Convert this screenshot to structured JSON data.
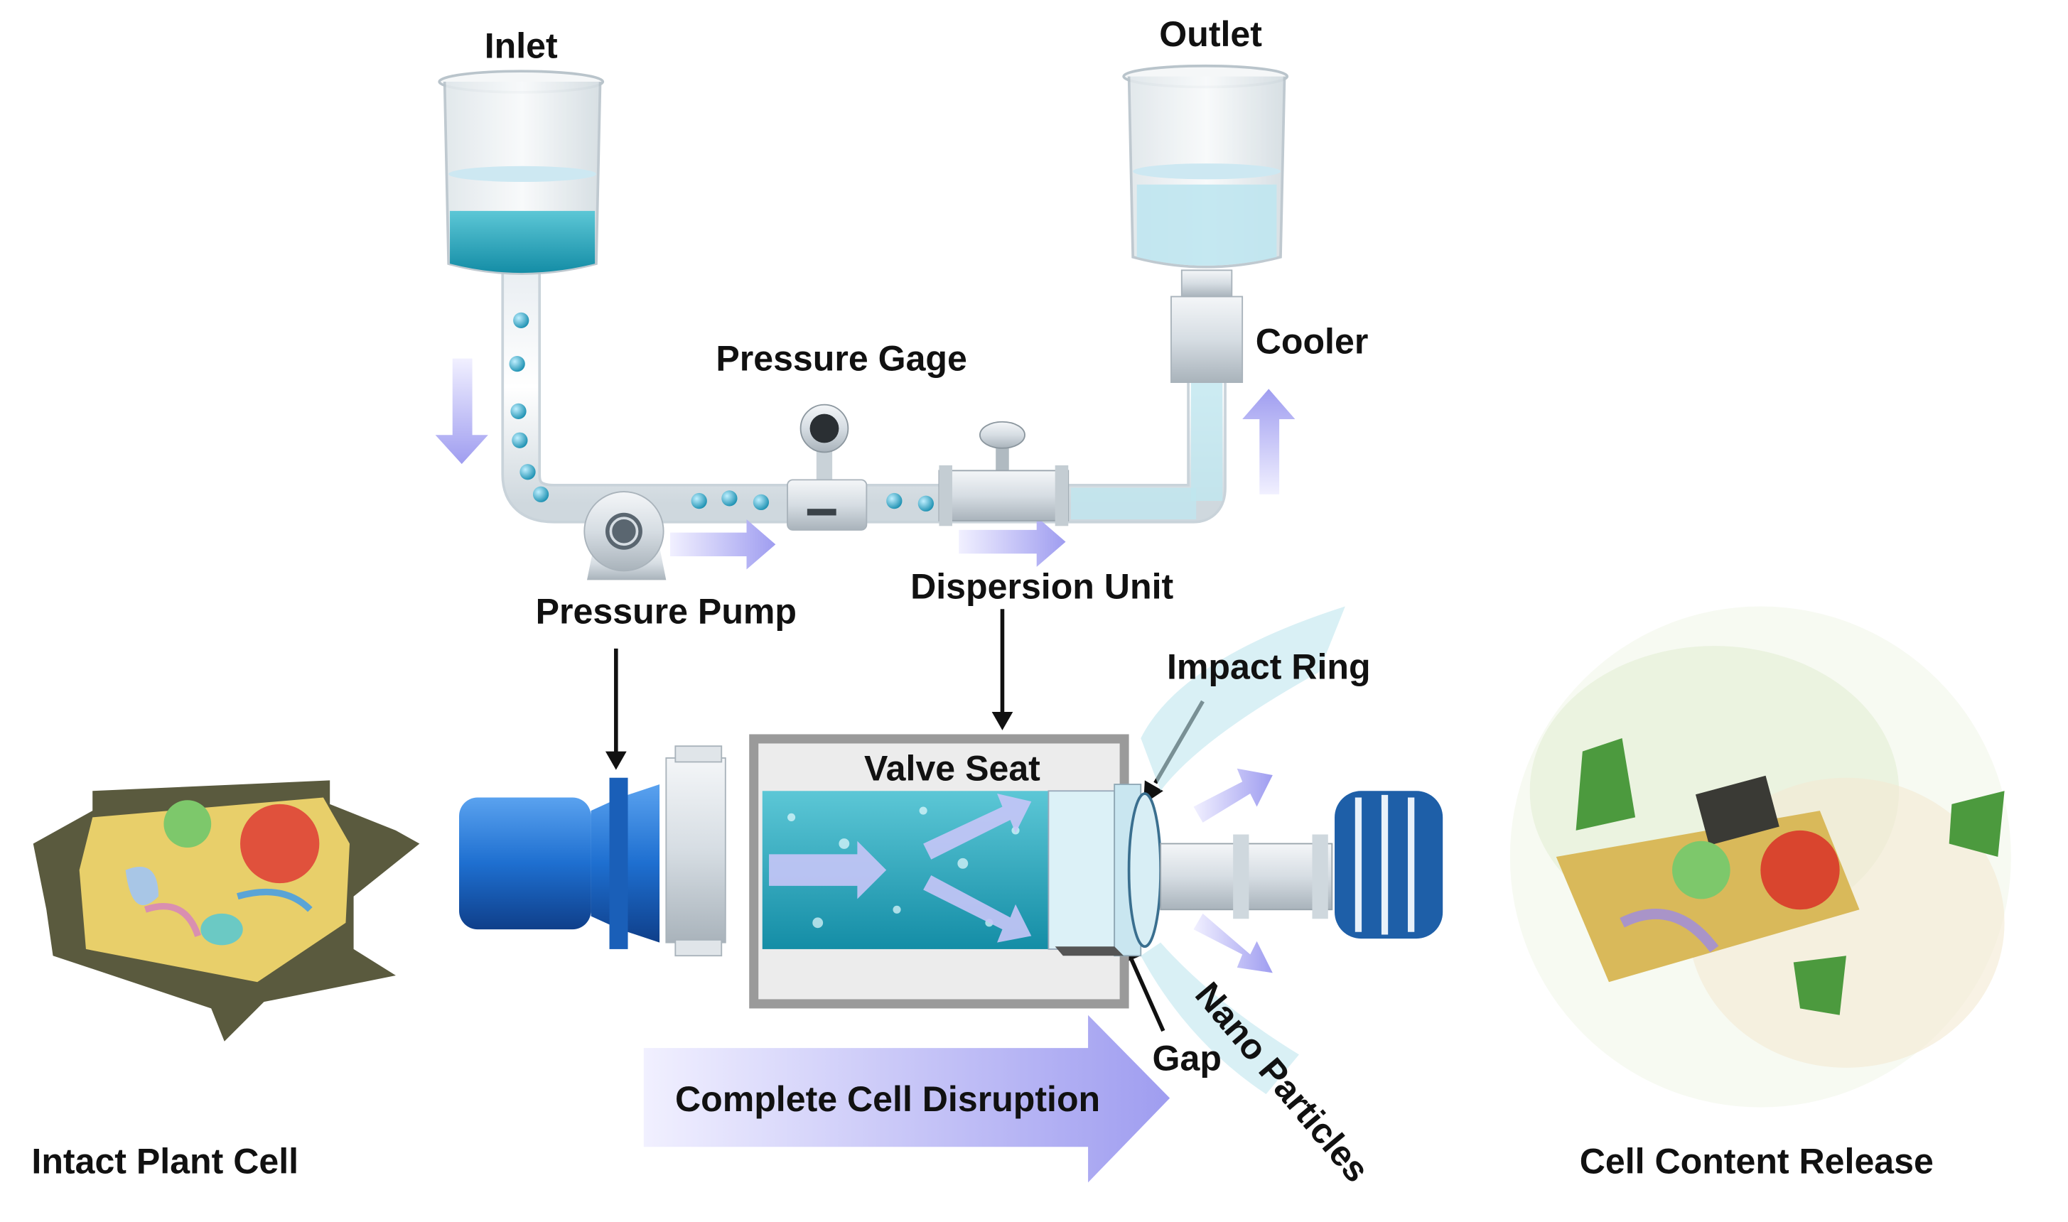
{
  "labels": {
    "inlet": "Inlet",
    "outlet": "Outlet",
    "pressure_gage": "Pressure Gage",
    "cooler": "Cooler",
    "pressure_pump": "Pressure Pump",
    "dispersion_unit": "Dispersion Unit",
    "impact_ring": "Impact Ring",
    "valve_seat": "Valve Seat",
    "gap": "Gap",
    "nano_particles": "Nano Particles",
    "complete_cell_disruption": "Complete Cell Disruption",
    "intact_plant_cell": "Intact Plant Cell",
    "cell_content_release": "Cell Content Release"
  },
  "colors": {
    "fluid": "#3fb0c8",
    "flow_arrow": "#b9b8f5",
    "motor_blue": "#1e6fd0",
    "housing_gray": "#bfbfbf"
  }
}
